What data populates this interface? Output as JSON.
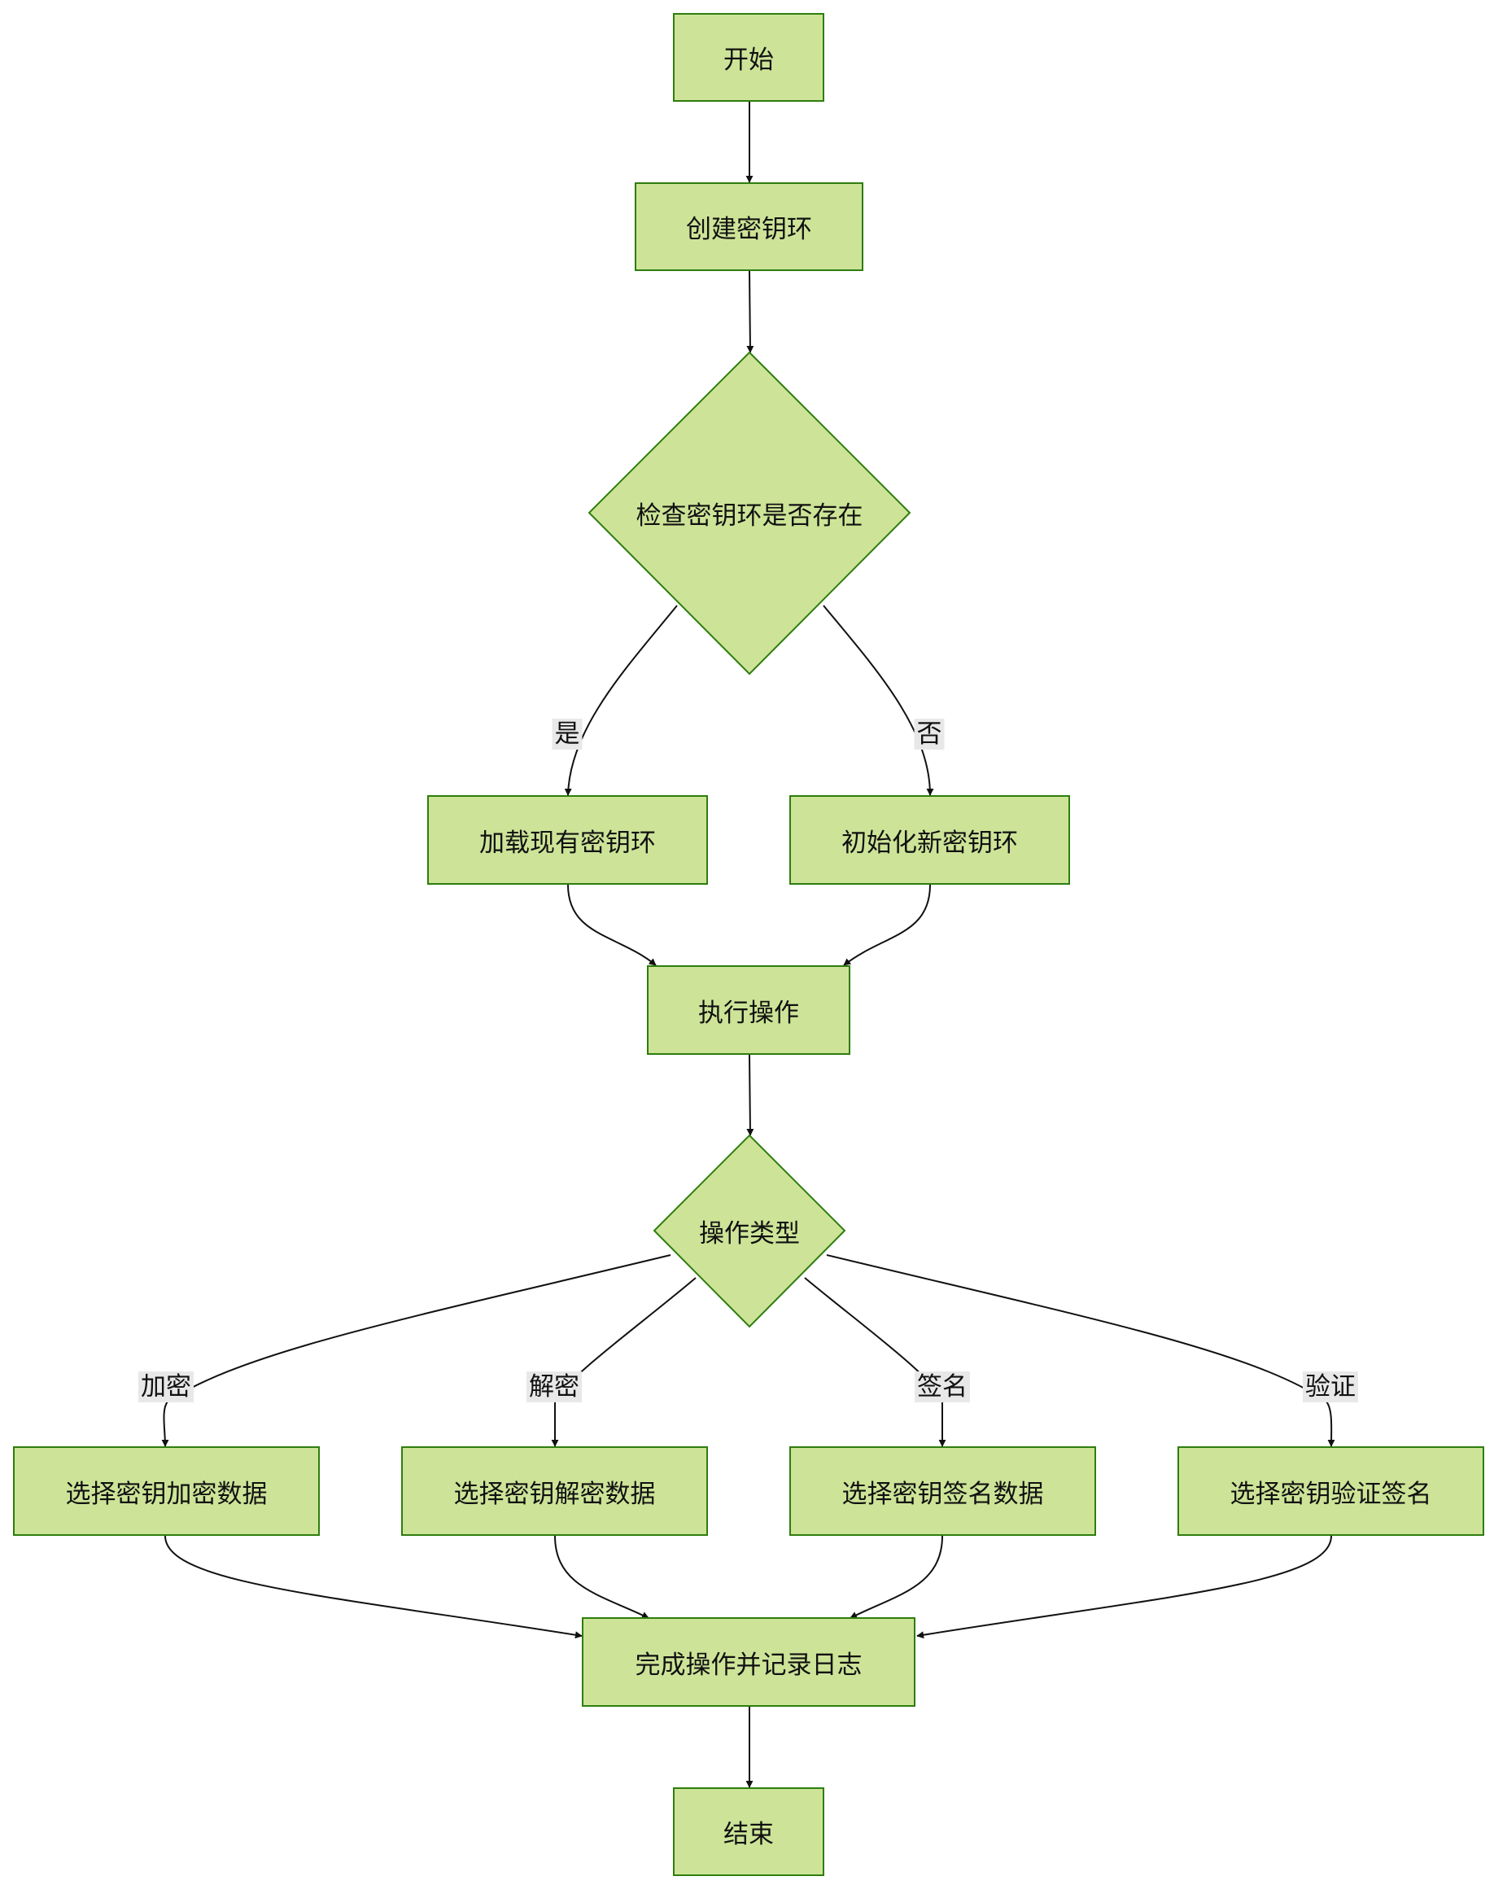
{
  "colors": {
    "node_fill": "#cde498",
    "node_stroke": "#2e7d0e",
    "edge": "#111111",
    "edge_label_bg": "#e8e8e8"
  },
  "nodes": {
    "start": "开始",
    "create_keyring": "创建密钥环",
    "check_exists": "检查密钥环是否存在",
    "load_existing": "加载现有密钥环",
    "init_new": "初始化新密钥环",
    "perform_op": "执行操作",
    "op_type": "操作类型",
    "select_encrypt": "选择密钥加密数据",
    "select_decrypt": "选择密钥解密数据",
    "select_sign": "选择密钥签名数据",
    "select_verify": "选择密钥验证签名",
    "complete_log": "完成操作并记录日志",
    "end": "结束"
  },
  "edge_labels": {
    "yes": "是",
    "no": "否",
    "encrypt": "加密",
    "decrypt": "解密",
    "sign": "签名",
    "verify": "验证"
  }
}
